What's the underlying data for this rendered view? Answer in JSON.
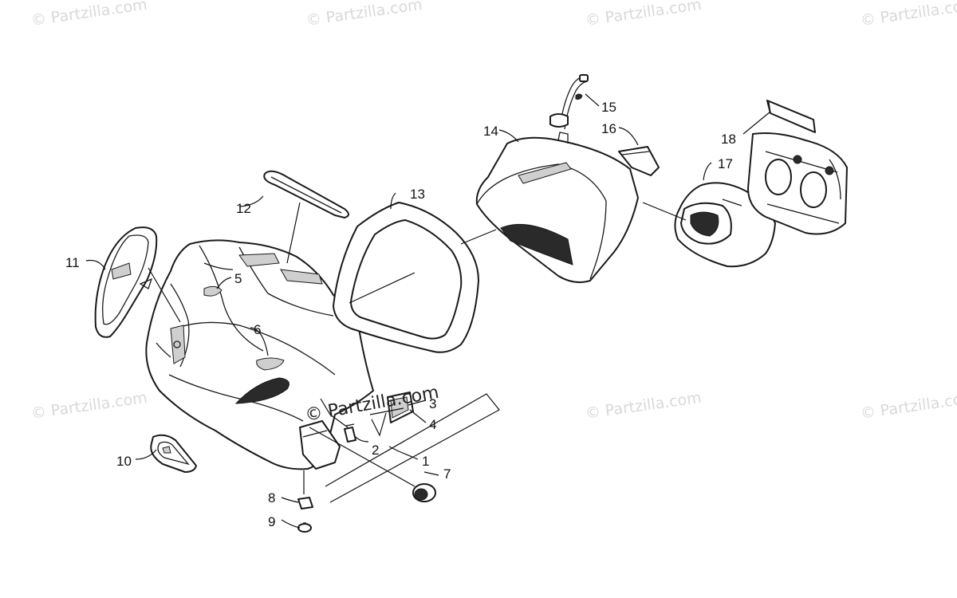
{
  "watermarks": {
    "top": [
      "© Partzilla.com",
      "© Partzilla.com",
      "© Partzilla.com",
      "© Partzilla.com"
    ],
    "middle": [
      "© Partzilla.com",
      "© Partzilla.com",
      "© Partzilla.com",
      "© Partzilla.com"
    ],
    "center": "© Partzilla.com"
  },
  "callouts": [
    "1",
    "2",
    "3",
    "4",
    "5",
    "6",
    "7",
    "8",
    "9",
    "10",
    "11",
    "12",
    "13",
    "14",
    "15",
    "16",
    "17",
    "18"
  ],
  "colors": {
    "line": "#1a1a1a",
    "watermark": "#d9d9d9",
    "background": "#ffffff"
  }
}
